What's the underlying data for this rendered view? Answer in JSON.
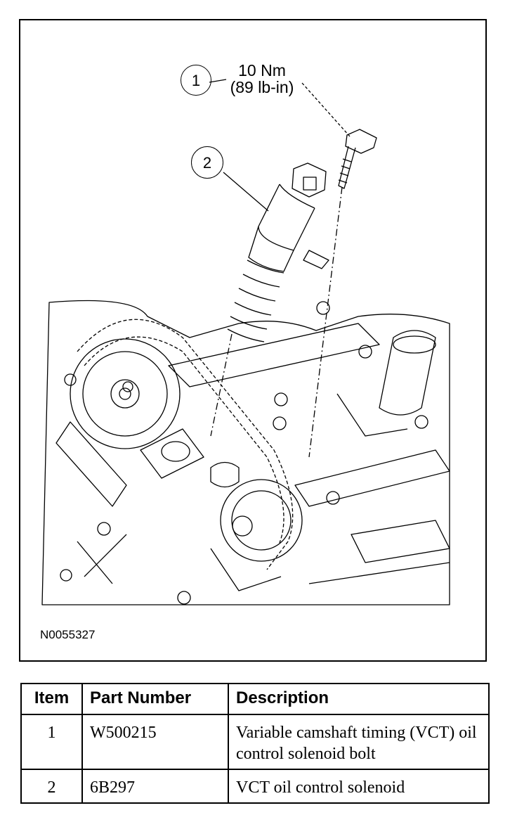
{
  "figure": {
    "id": "N0055327",
    "callouts": [
      {
        "number": "1",
        "torque_line1": "10 Nm",
        "torque_line2": "(89 lb-in)"
      },
      {
        "number": "2"
      }
    ]
  },
  "table": {
    "headers": [
      "Item",
      "Part Number",
      "Description"
    ],
    "rows": [
      {
        "item": "1",
        "part_number": "W500215",
        "description": "Variable camshaft timing (VCT) oil control solenoid bolt"
      },
      {
        "item": "2",
        "part_number": "6B297",
        "description": "VCT oil control solenoid"
      }
    ]
  }
}
